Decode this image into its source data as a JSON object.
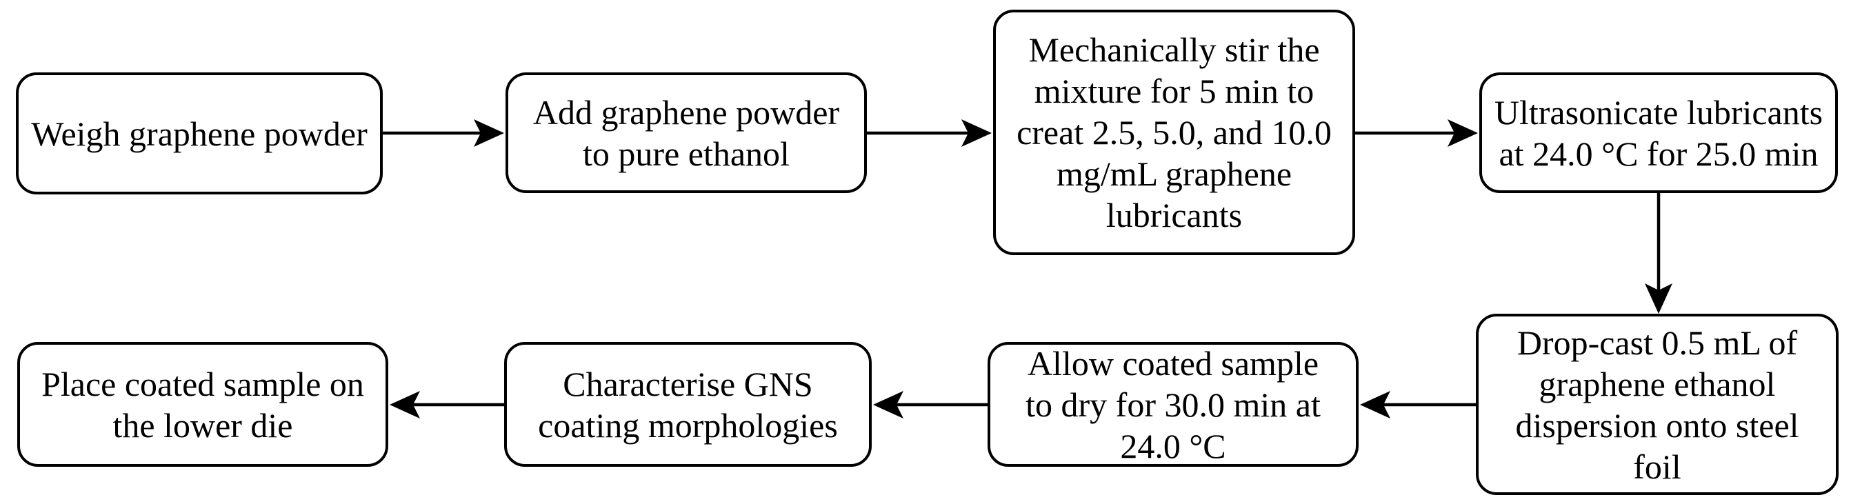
{
  "diagram": {
    "type": "flowchart",
    "background_color": "#ffffff",
    "node_fill_color": "#ffffff",
    "node_border_color": "#000000",
    "text_color": "#000000",
    "arrow_color": "#000000",
    "nodes": [
      {
        "id": "weigh",
        "label": "Weigh graphene powder"
      },
      {
        "id": "add-ethanol",
        "label": "Add graphene powder\nto pure ethanol"
      },
      {
        "id": "stir",
        "label": "Mechanically stir the\nmixture for 5 min to\ncreat 2.5, 5.0, and 10.0\nmg/mL graphene\nlubricants"
      },
      {
        "id": "ultrasonicate",
        "label": "Ultrasonicate lubricants\nat 24.0 °C for 25.0 min"
      },
      {
        "id": "drop-cast",
        "label": "Drop-cast 0.5 mL of\ngraphene ethanol\ndispersion onto steel\nfoil"
      },
      {
        "id": "dry",
        "label": "Allow coated sample\nto dry for 30.0 min at\n24.0 °C"
      },
      {
        "id": "characterise",
        "label": "Characterise GNS\ncoating morphologies"
      },
      {
        "id": "place-die",
        "label": "Place coated sample on\nthe lower die"
      }
    ],
    "edges": [
      {
        "from": "weigh",
        "to": "add-ethanol",
        "direction": "right"
      },
      {
        "from": "add-ethanol",
        "to": "stir",
        "direction": "right"
      },
      {
        "from": "stir",
        "to": "ultrasonicate",
        "direction": "right"
      },
      {
        "from": "ultrasonicate",
        "to": "drop-cast",
        "direction": "down"
      },
      {
        "from": "drop-cast",
        "to": "dry",
        "direction": "left"
      },
      {
        "from": "dry",
        "to": "characterise",
        "direction": "left"
      },
      {
        "from": "characterise",
        "to": "place-die",
        "direction": "left"
      }
    ]
  }
}
